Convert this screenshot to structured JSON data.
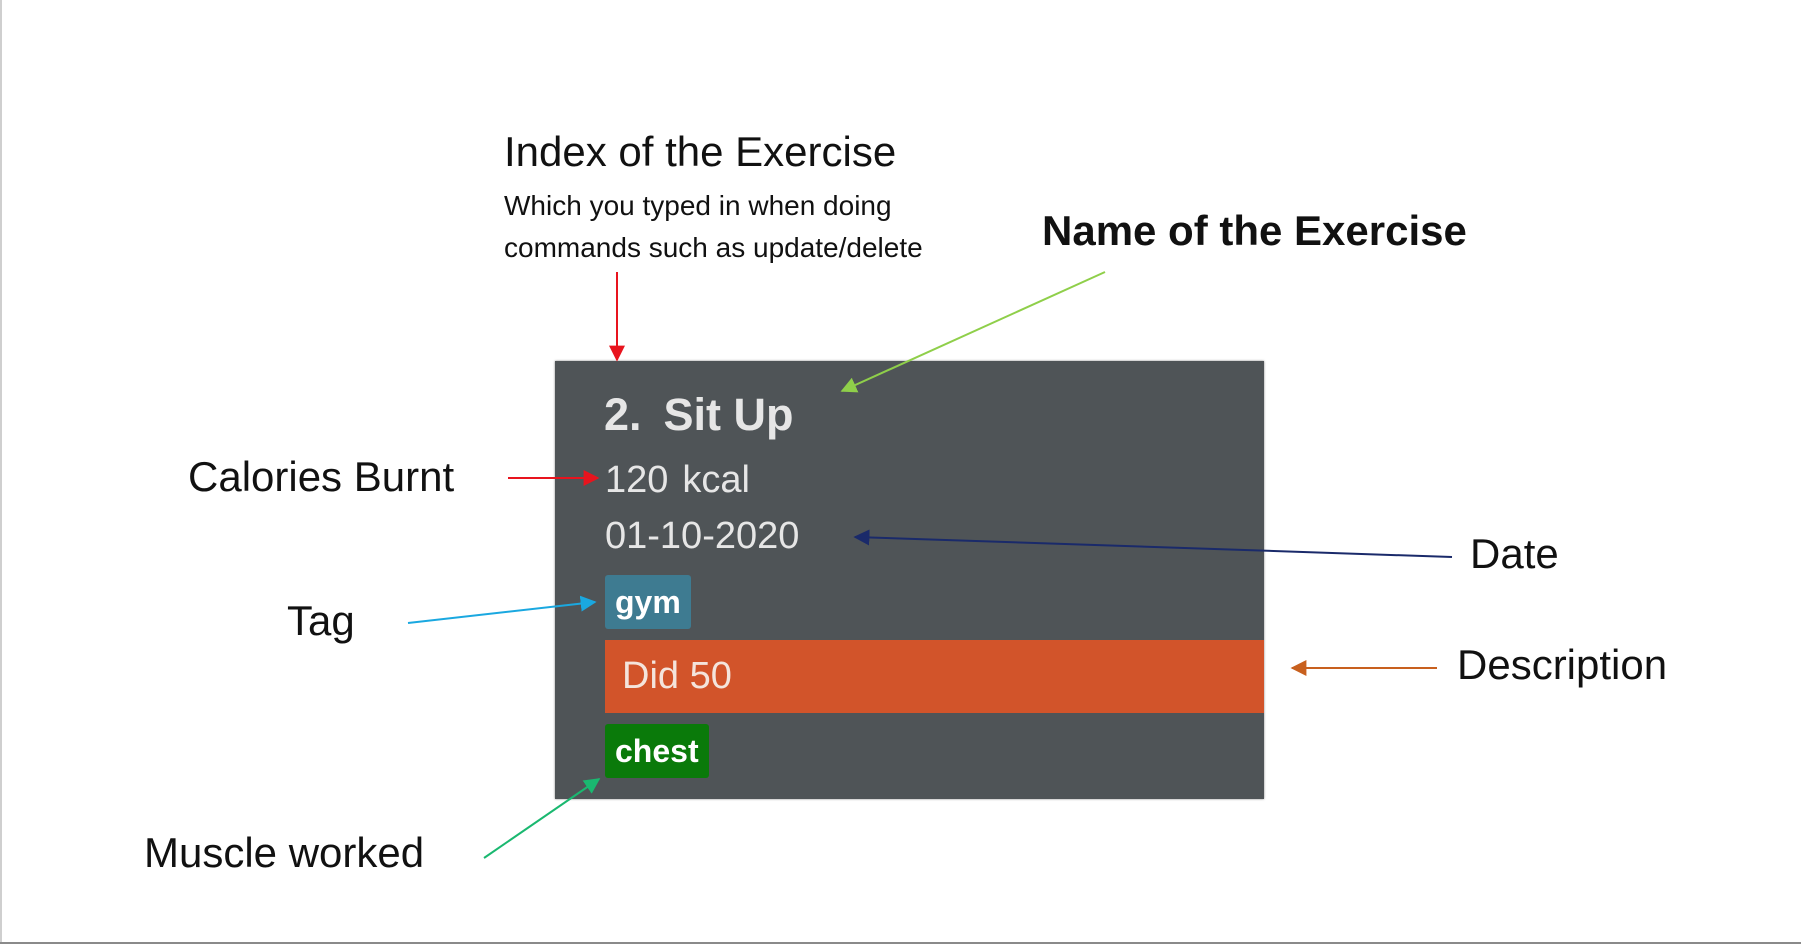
{
  "card": {
    "index": "2.",
    "name": "Sit Up",
    "calories": "120",
    "calories_unit": "kcal",
    "date": "01-10-2020",
    "tag": "gym",
    "description": "Did 50",
    "muscle": "chest"
  },
  "annotations": {
    "index_title": "Index of the Exercise",
    "index_subtitle": "Which you typed in when doing\ncommands such as update/delete",
    "name": "Name of the Exercise",
    "calories": "Calories Burnt",
    "date": "Date",
    "tag": "Tag",
    "description": "Description",
    "muscle": "Muscle worked"
  },
  "colors": {
    "card_background": "#4f5457",
    "tag_background": "#3e7b91",
    "description_background": "#d2542a",
    "muscle_background": "#0a7a0a",
    "arrow_index": "#e8141e",
    "arrow_name": "#8fcf4a",
    "arrow_calories": "#e8141e",
    "arrow_date": "#1a2a6a",
    "arrow_tag": "#1aa8e0",
    "arrow_description": "#c8601e",
    "arrow_muscle": "#1ab870"
  }
}
